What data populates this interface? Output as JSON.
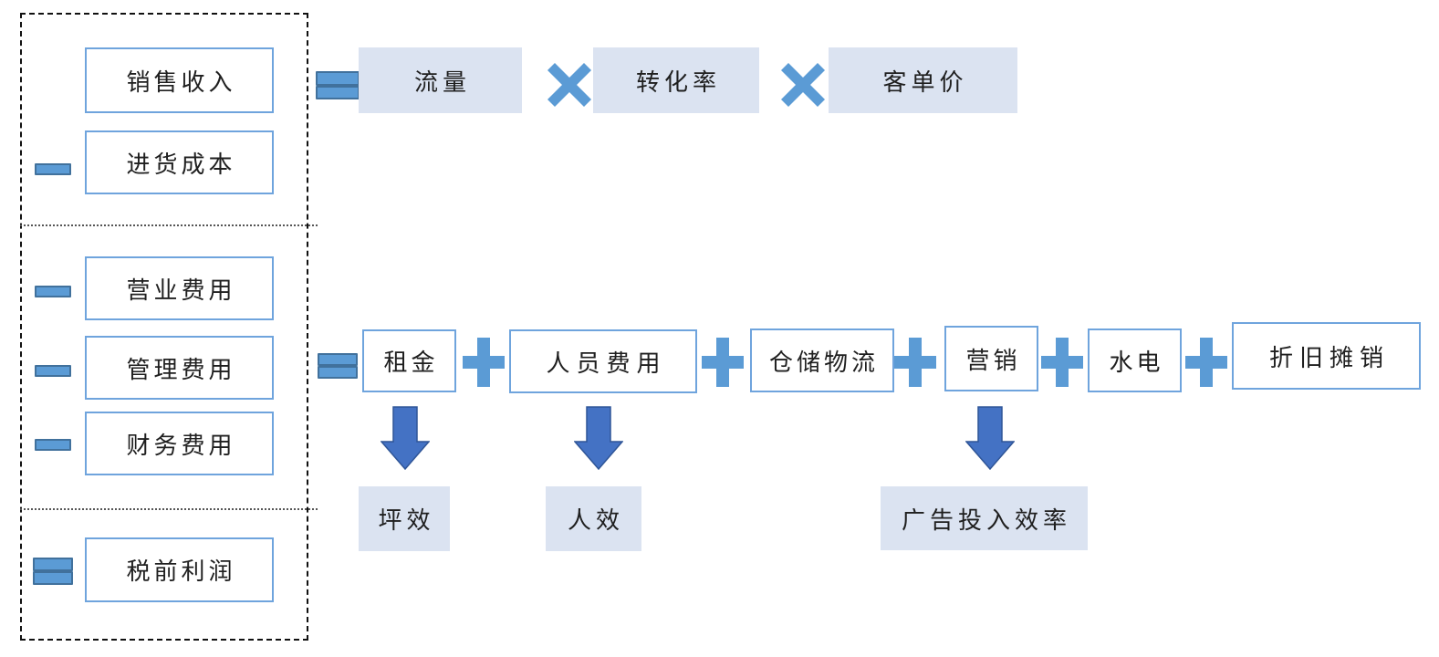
{
  "left_panel": {
    "items": [
      {
        "label": "销售收入",
        "operator": "none"
      },
      {
        "label": "进货成本",
        "operator": "minus"
      },
      {
        "label": "营业费用",
        "operator": "minus"
      },
      {
        "label": "管理费用",
        "operator": "minus"
      },
      {
        "label": "财务费用",
        "operator": "minus"
      },
      {
        "label": "税前利润",
        "operator": "equals"
      }
    ]
  },
  "revenue_formula": {
    "lead_operator": "equals",
    "join_operator": "multiply",
    "terms": [
      "流量",
      "转化率",
      "客单价"
    ]
  },
  "cost_formula": {
    "lead_operator": "equals",
    "join_operator": "plus",
    "terms": [
      "租金",
      "人员费用",
      "仓储物流",
      "营销",
      "水电",
      "折旧摊销"
    ]
  },
  "efficiency_metrics": {
    "area": "坪效",
    "personnel": "人效",
    "advertising": "广告投入效率"
  },
  "icons": [
    "minus-icon",
    "equals-icon",
    "multiply-icon",
    "plus-icon",
    "down-arrow-icon"
  ],
  "colors": {
    "operator_fill": "#5b9bd5",
    "operator_border": "#41719c",
    "arrow_fill": "#4472c4",
    "arrow_border": "#2f5597",
    "light_box_fill": "#dbe3f1",
    "outline_box_border": "#6fa4dd",
    "dashed_border": "#111111",
    "text": "#1f1f1f"
  }
}
